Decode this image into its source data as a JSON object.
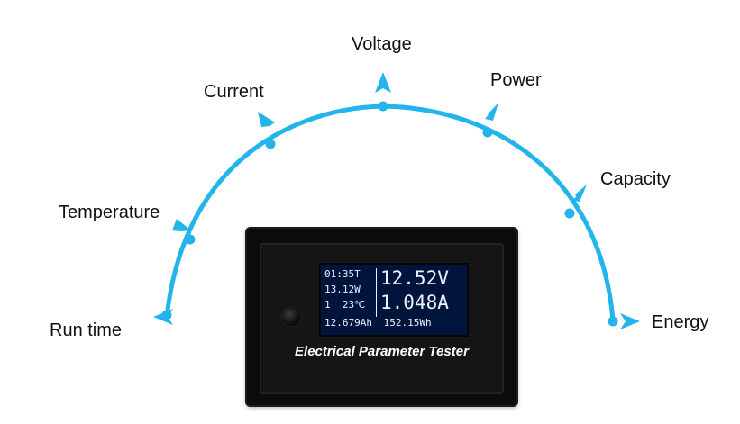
{
  "labels": {
    "run_time": "Run time",
    "temperature": "Temperature",
    "current": "Current",
    "voltage": "Voltage",
    "power": "Power",
    "capacity": "Capacity",
    "energy": "Energy"
  },
  "device": {
    "caption": "Electrical Parameter Tester",
    "display": {
      "time": "01:35T",
      "power": "13.12W",
      "channel_temp": "1  23℃",
      "voltage": "12.52V",
      "current": "1.048A",
      "capacity": "12.679Ah",
      "energy": "152.15Wh"
    }
  },
  "colors": {
    "arc": "#22b4ea",
    "lcd_background": "#00143c",
    "device_body": "#0b0b0b"
  }
}
